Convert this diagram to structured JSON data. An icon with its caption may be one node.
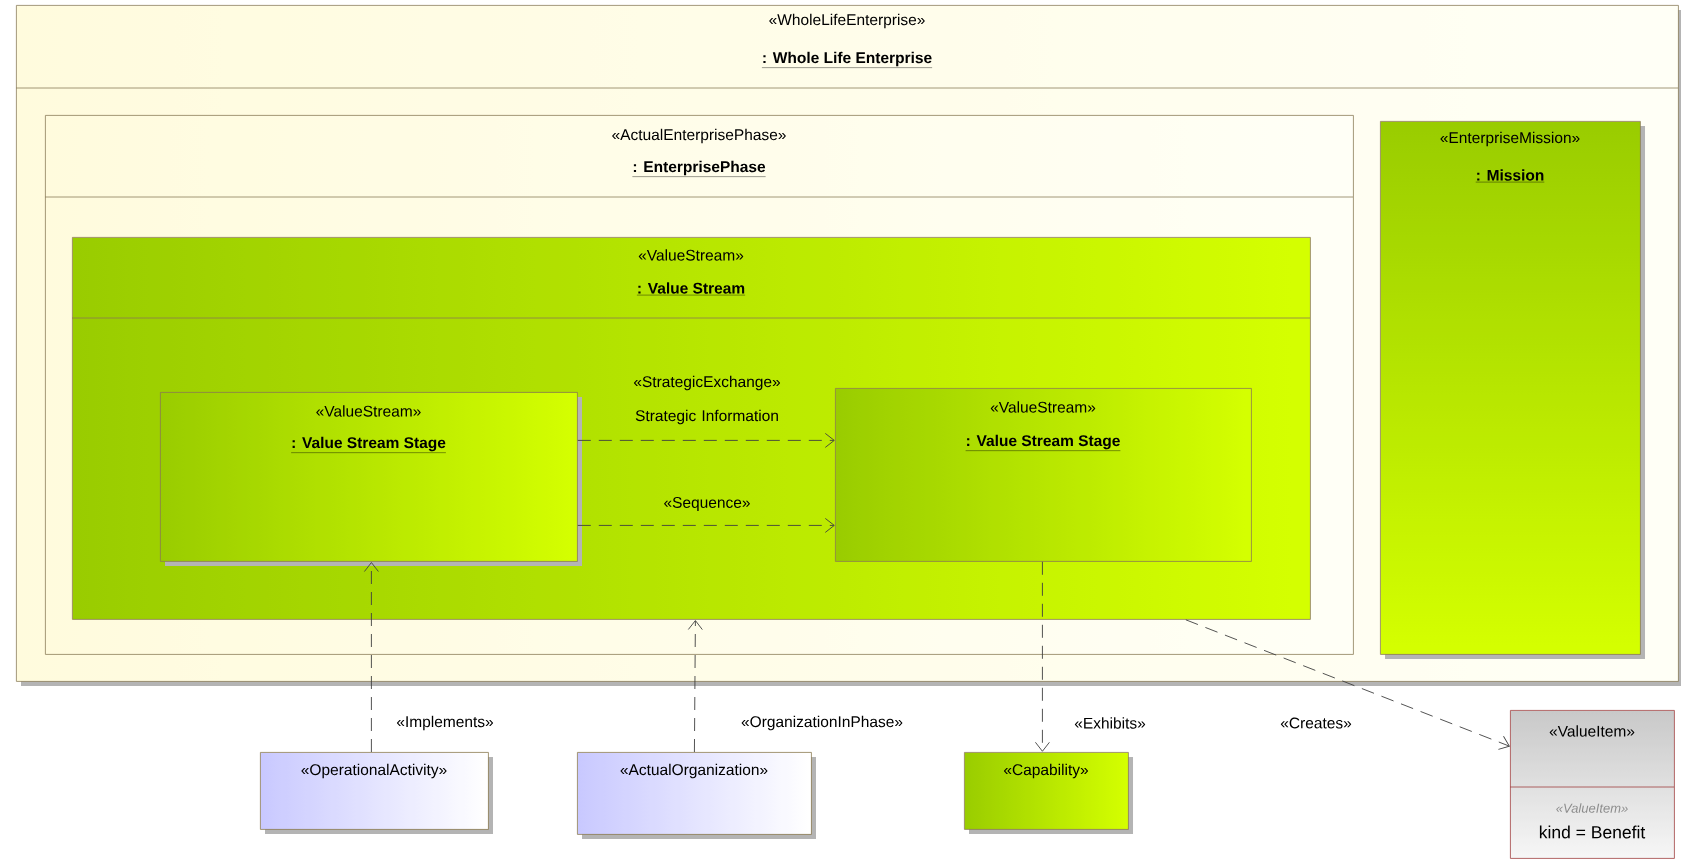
{
  "diagram": {
    "nodes": [
      {
        "text": [
          "«WholeLifeEnterprise»",
          ": Whole Life Enterprise"
        ]
      },
      {
        "text": [
          "«ActualEnterprisePhase»",
          ": EnterprisePhase"
        ],
        "in": 0
      },
      {
        "text": [
          "«ValueStream»",
          ": Value Stream"
        ],
        "in": 1
      },
      {
        "text": [
          "«ValueStream»",
          ": Value Stream Stage"
        ],
        "in": 2
      },
      {
        "text": [
          "«ValueStream»",
          ": Value Stream Stage"
        ],
        "in": 2
      },
      {
        "text": [
          "«EnterpriseMission»",
          ": Mission"
        ],
        "in": 0
      },
      {
        "text": [
          "«OperationalActivity»"
        ]
      },
      {
        "text": [
          "«ActualOrganization»"
        ]
      },
      {
        "text": [
          "«Capability»"
        ]
      },
      {
        "text": [
          "«ValueItem»",
          "«ValueItem»",
          "kind = Benefit"
        ]
      }
    ],
    "edges": [
      {
        "from": 3,
        "to": 4,
        "arrow": "to",
        "style": "dashed",
        "label": "«StrategicExchange» Strategic Information"
      },
      {
        "from": 3,
        "to": 4,
        "arrow": "to",
        "style": "dashed",
        "label": "«Sequence»"
      },
      {
        "from": 6,
        "to": 3,
        "arrow": "to",
        "style": "dashed",
        "label": "«Implements»"
      },
      {
        "from": 7,
        "to": 2,
        "arrow": "to",
        "style": "dashed",
        "label": "«OrganizationInPhase»"
      },
      {
        "from": 4,
        "to": 8,
        "arrow": "to",
        "style": "dashed",
        "label": "«Exhibits»"
      },
      {
        "from": 2,
        "to": 9,
        "arrow": "to",
        "style": "dashed",
        "label": "«Creates»"
      }
    ]
  }
}
